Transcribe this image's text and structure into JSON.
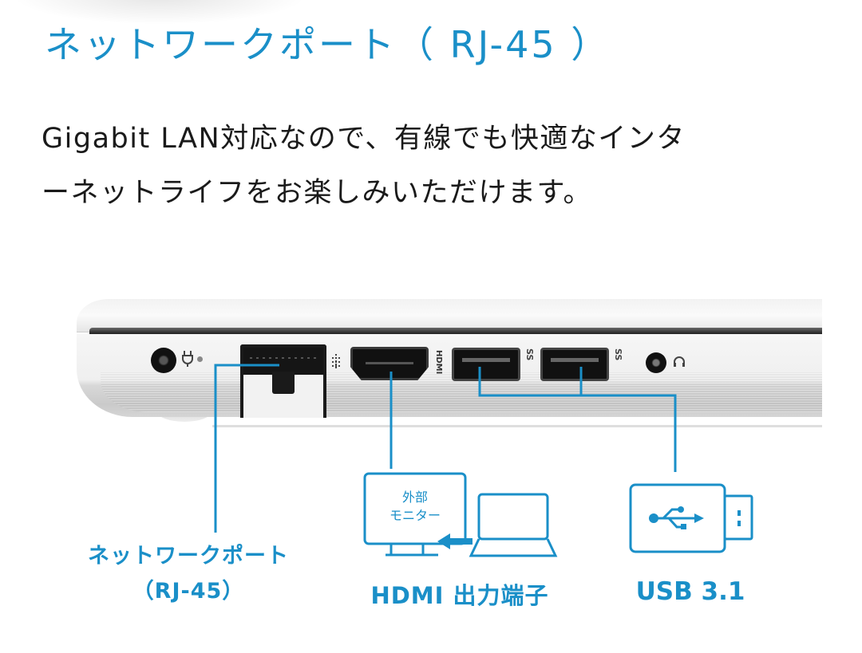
{
  "header": {
    "title": "ネットワークポート（ RJ-45 ）"
  },
  "description": {
    "lines": [
      "Gigabit LAN対応なので、有線でも快適なインタ",
      "ーネットライフをお楽しみいただけます。"
    ]
  },
  "diagram": {
    "ports": [
      {
        "name": "power-jack",
        "icon": "power-plug-icon"
      },
      {
        "name": "rj45-port",
        "icon": "ethernet-icon"
      },
      {
        "name": "hdmi-port",
        "label": "HDMI"
      },
      {
        "name": "usb-port-1",
        "icon": "usb-ss-icon",
        "label": "SS"
      },
      {
        "name": "usb-port-2",
        "icon": "usb-ss-icon",
        "label": "SS"
      },
      {
        "name": "audio-jack",
        "icon": "headphone-icon"
      }
    ],
    "monitor_text": [
      "外部",
      "モニター"
    ],
    "labels": {
      "network_line1": "ネットワークポート",
      "network_line2": "（RJ-45）",
      "hdmi": "HDMI 出力端子",
      "usb": "USB 3.1"
    }
  },
  "colors": {
    "accent": "#1a8fc8",
    "text": "#1a1a1a",
    "background": "#ffffff"
  }
}
